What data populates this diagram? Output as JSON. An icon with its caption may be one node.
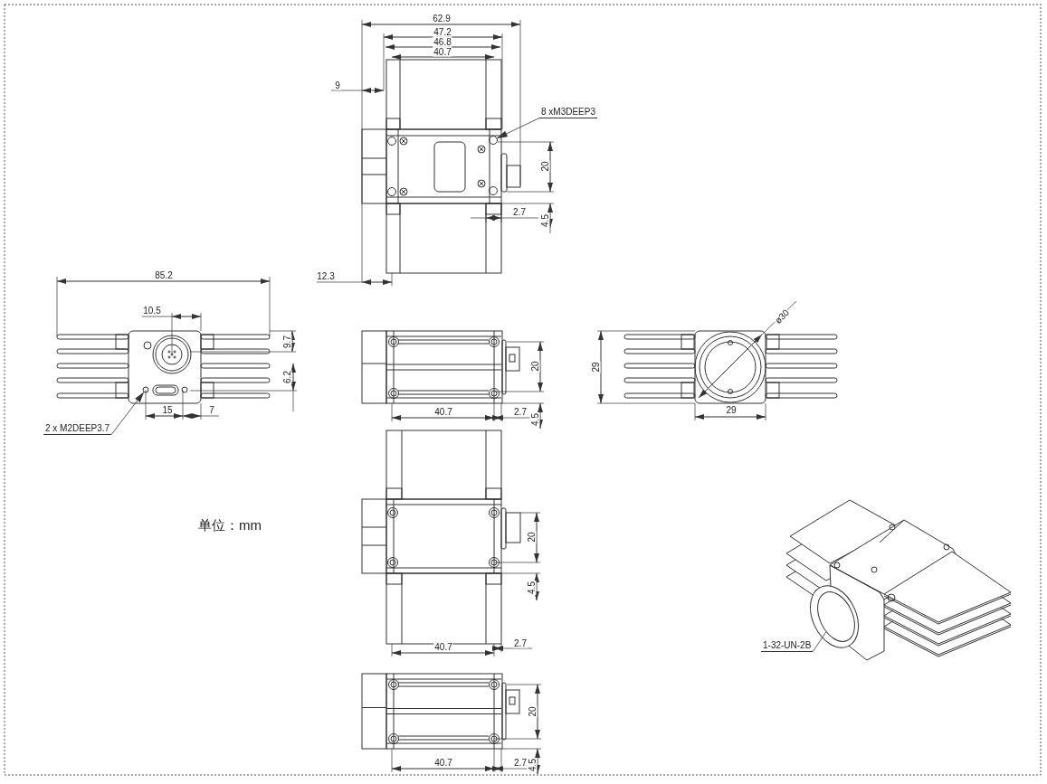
{
  "diagram": {
    "nodes": [
      {
        "text": [
          "8 xM3DEEP3"
        ]
      },
      {
        "text": [],
        "shape": "circle"
      },
      {
        "text": [],
        "shape": "circle"
      },
      {
        "text": [
          "2 x  M2DEEP3.7"
        ]
      },
      {
        "text": [],
        "shape": "circle"
      },
      {
        "text": [
          "1-32-UN-2B"
        ]
      }
    ],
    "edges": [
      {
        "from": 0,
        "to": 1,
        "arrow": "to"
      },
      {
        "from": 3,
        "to": 2,
        "arrow": "to"
      },
      {
        "from": 5,
        "to": 4,
        "arrow": "none"
      }
    ],
    "labels": [
      "62.9",
      "47.2",
      "46.8",
      "40.7",
      "9",
      "20",
      "2.7",
      "4.5",
      "85.2",
      "12.3",
      "10.5",
      "ø30",
      "9.7",
      "20",
      "29",
      "6.2",
      "15",
      "7",
      "40.7",
      "2.7",
      "29",
      "4.5",
      "单位：mm",
      "20",
      "4.5",
      "40.7",
      "2.7",
      "20",
      "40.7",
      "2.7",
      "4.5"
    ]
  }
}
